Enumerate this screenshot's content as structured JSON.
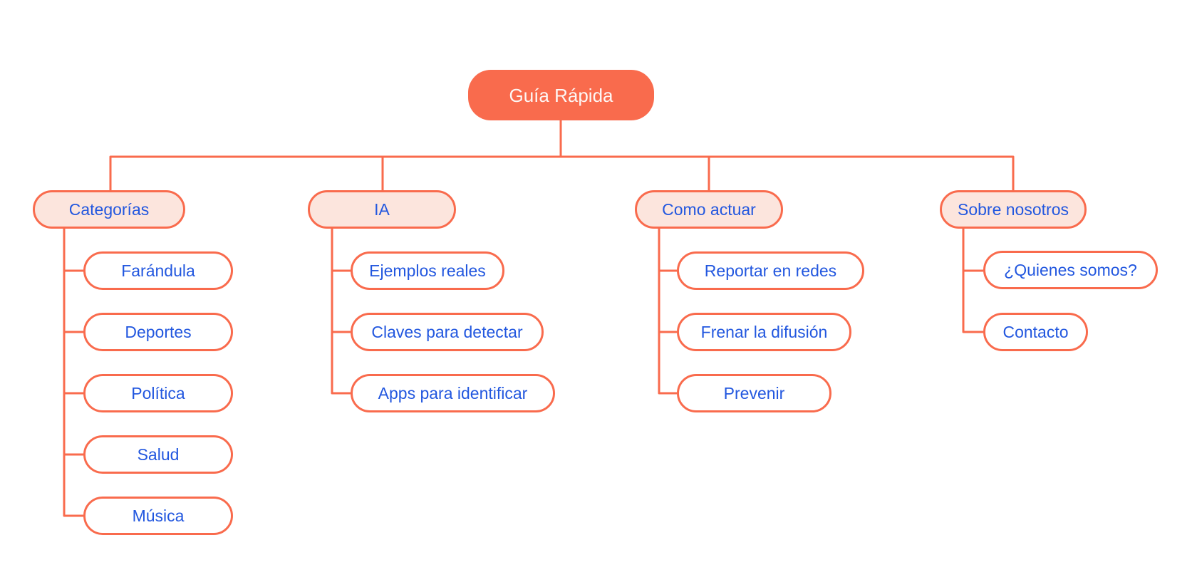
{
  "diagram": {
    "title": "Guía Rápida sitemap mind map",
    "root": {
      "label": "Guía Rápida"
    },
    "branches": [
      {
        "label": "Categorías",
        "children": [
          {
            "label": "Farándula"
          },
          {
            "label": "Deportes"
          },
          {
            "label": "Política"
          },
          {
            "label": "Salud"
          },
          {
            "label": "Música"
          }
        ]
      },
      {
        "label": "IA",
        "children": [
          {
            "label": "Ejemplos reales"
          },
          {
            "label": "Claves para detectar"
          },
          {
            "label": "Apps para identificar"
          }
        ]
      },
      {
        "label": "Como actuar",
        "children": [
          {
            "label": "Reportar en redes"
          },
          {
            "label": "Frenar la difusión"
          },
          {
            "label": "Prevenir"
          }
        ]
      },
      {
        "label": "Sobre nosotros",
        "children": [
          {
            "label": "¿Quienes somos?"
          },
          {
            "label": "Contacto"
          }
        ]
      }
    ]
  },
  "colors": {
    "orange": "#F96B4D",
    "pink": "#FCE5DD",
    "blue": "#2257DF",
    "root_text": "#FDF6F4",
    "background": "#FFFFFF"
  }
}
